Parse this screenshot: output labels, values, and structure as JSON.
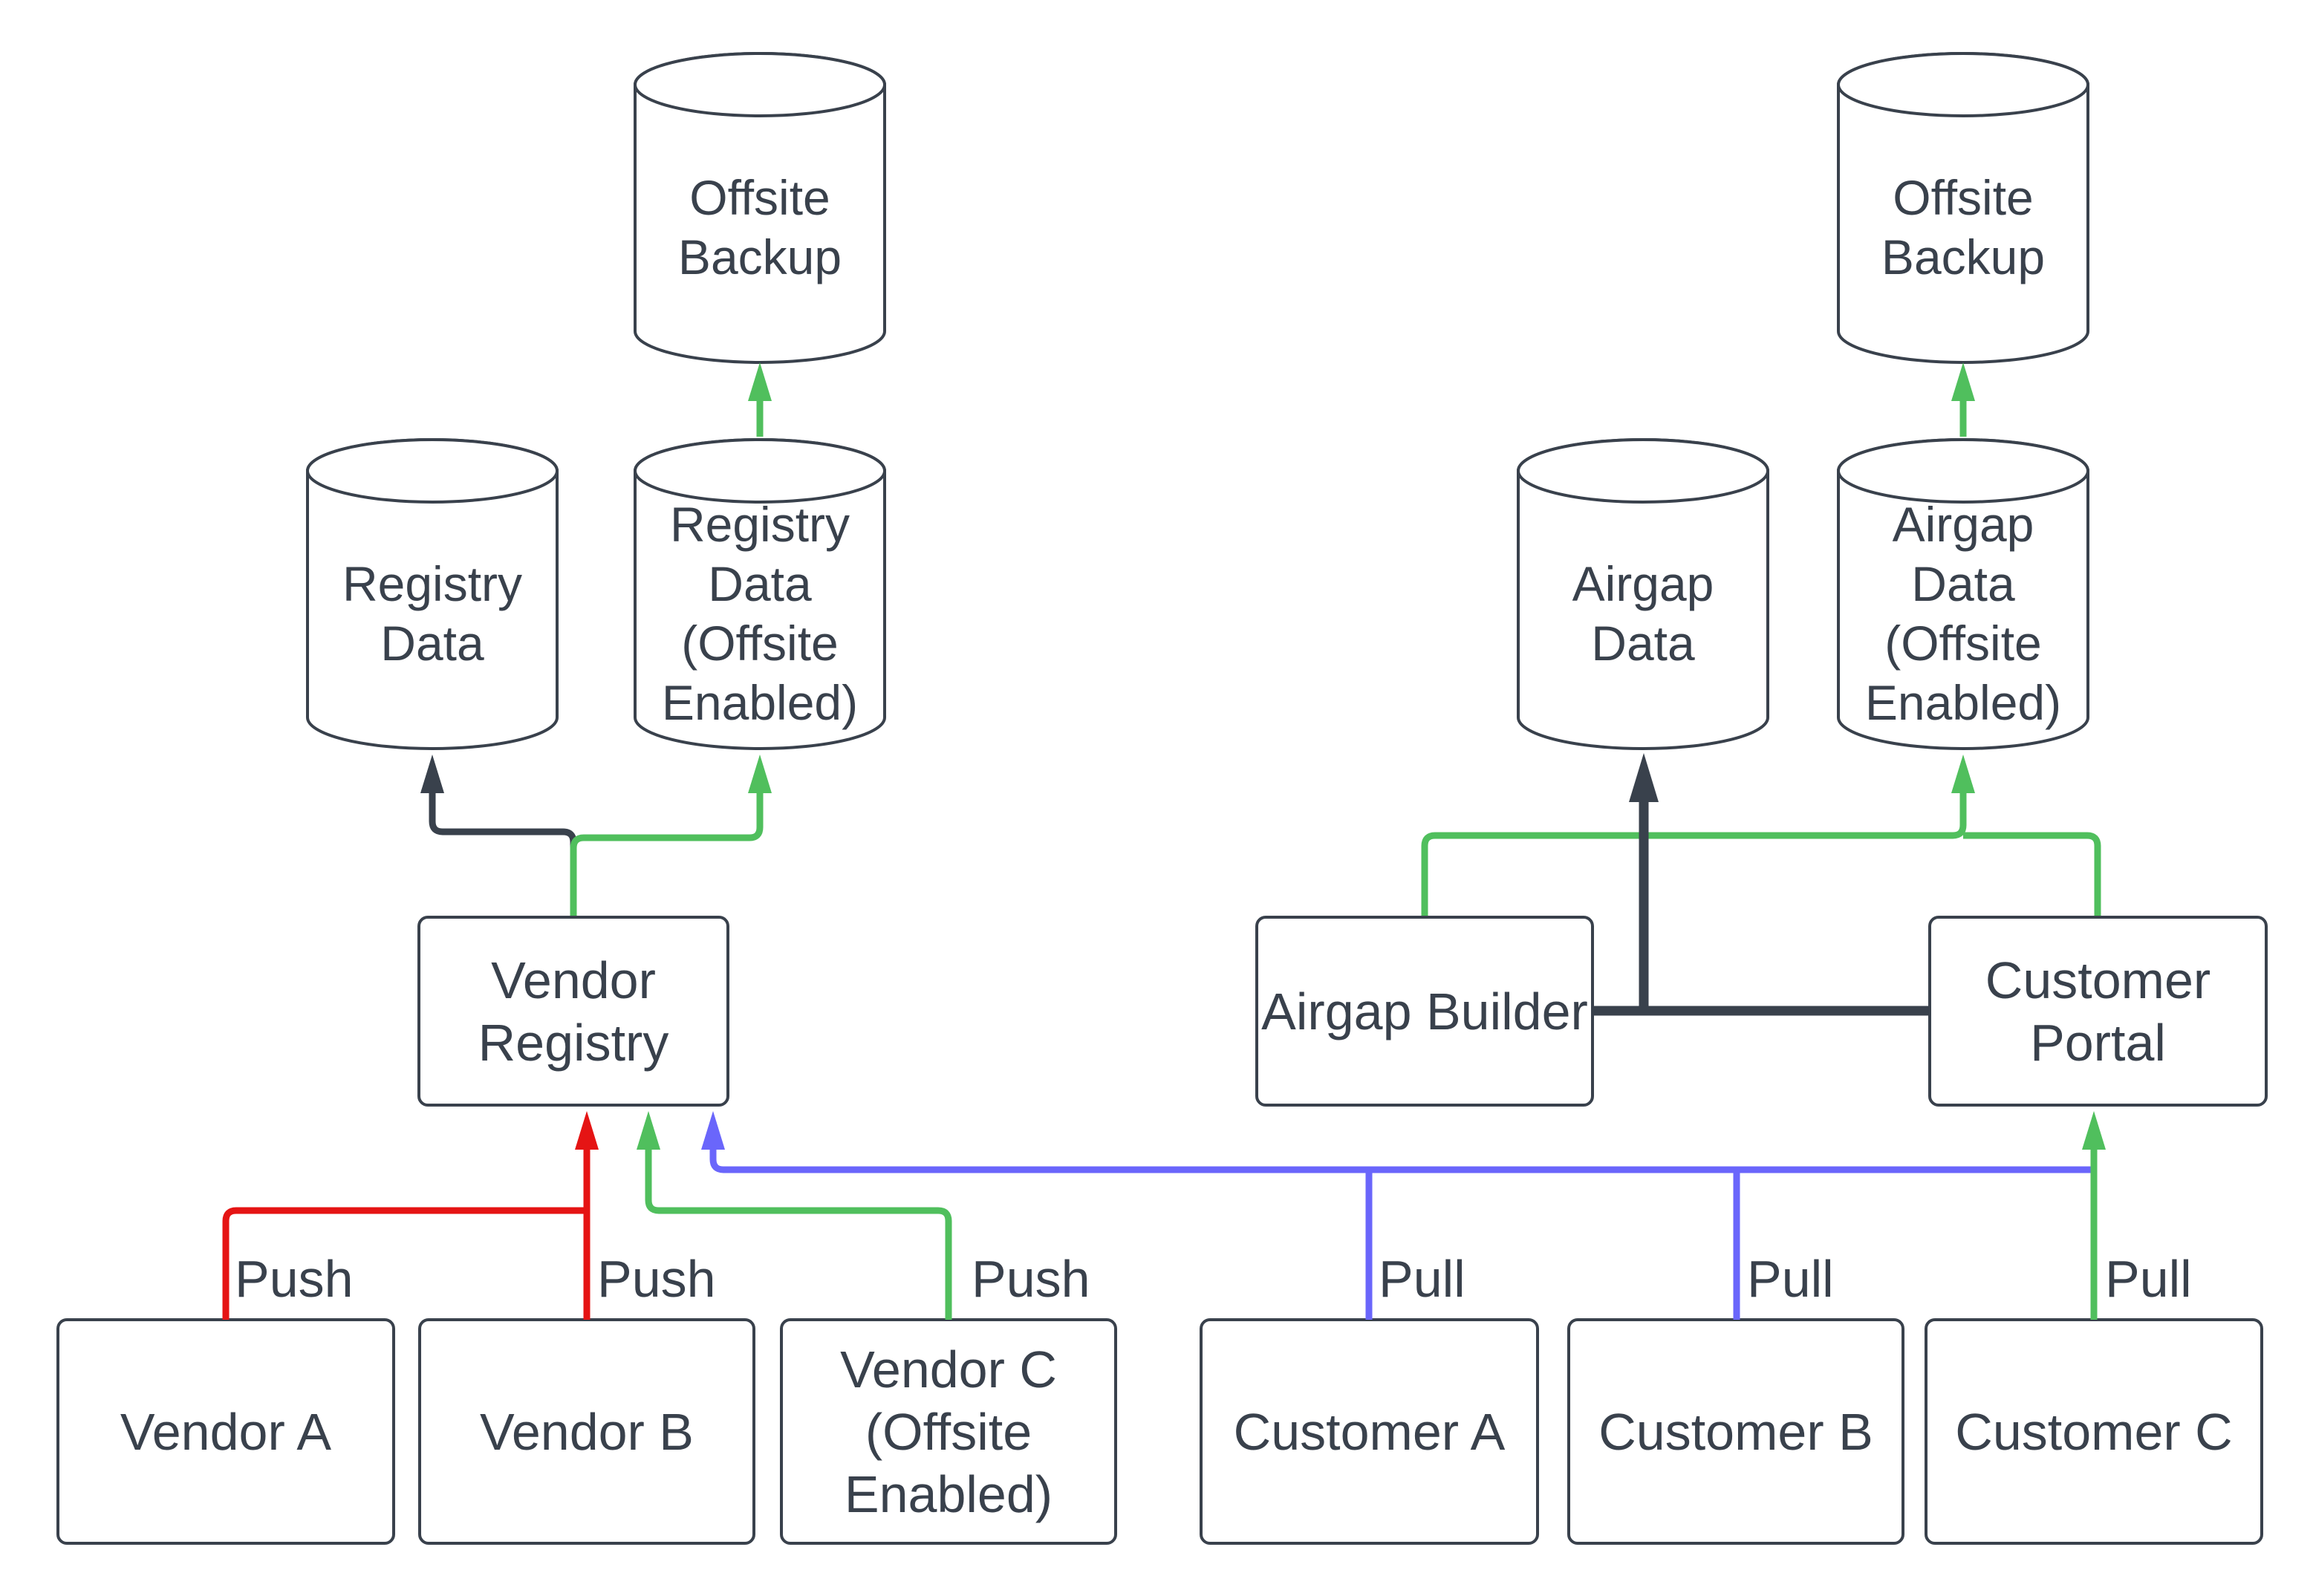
{
  "diagram": {
    "background": "#FFFFFF",
    "colors": {
      "stroke": "#39414C",
      "text": "#39414C",
      "dark": "#39414C",
      "red": "#E51414",
      "green": "#50BF5D",
      "blue": "#6A66FB"
    },
    "nodes": {
      "offsite_backup_left": {
        "label": "Offsite Backup",
        "shape": "cylinder"
      },
      "registry_data": {
        "label": "Registry Data",
        "shape": "cylinder"
      },
      "registry_data_offsite": {
        "label": "Registry Data (Offsite Enabled)",
        "shape": "cylinder"
      },
      "vendor_registry": {
        "label": "Vendor Registry",
        "shape": "box"
      },
      "vendor_a": {
        "label": "Vendor A",
        "shape": "box"
      },
      "vendor_b": {
        "label": "Vendor B",
        "shape": "box"
      },
      "vendor_c": {
        "label": "Vendor C (Offsite Enabled)",
        "shape": "box"
      },
      "airgap_builder": {
        "label": "Airgap Builder",
        "shape": "box"
      },
      "airgap_data": {
        "label": "Airgap Data",
        "shape": "cylinder"
      },
      "airgap_data_offsite": {
        "label": "Airgap Data (Offsite Enabled)",
        "shape": "cylinder"
      },
      "offsite_backup_right": {
        "label": "Offsite Backup",
        "shape": "cylinder"
      },
      "customer_portal": {
        "label": "Customer Portal",
        "shape": "box"
      },
      "customer_a": {
        "label": "Customer A",
        "shape": "box"
      },
      "customer_b": {
        "label": "Customer B",
        "shape": "box"
      },
      "customer_c": {
        "label": "Customer C",
        "shape": "box"
      }
    },
    "edges": [
      {
        "from": "vendor_a",
        "to": "vendor_registry",
        "label": "Push",
        "color": "red"
      },
      {
        "from": "vendor_b",
        "to": "vendor_registry",
        "label": "Push",
        "color": "red"
      },
      {
        "from": "vendor_c",
        "to": "vendor_registry",
        "label": "Push",
        "color": "green"
      },
      {
        "from": "customer_a",
        "to": "vendor_registry",
        "label": "Pull",
        "color": "blue"
      },
      {
        "from": "customer_b",
        "to": "vendor_registry",
        "label": "Pull",
        "color": "blue"
      },
      {
        "from": "customer_c",
        "to": "customer_portal",
        "label": "Pull",
        "color": "green"
      },
      {
        "from": "vendor_registry",
        "to": "registry_data",
        "label": "",
        "color": "dark"
      },
      {
        "from": "vendor_registry",
        "to": "registry_data_offsite",
        "label": "",
        "color": "green"
      },
      {
        "from": "registry_data_offsite",
        "to": "offsite_backup_left",
        "label": "",
        "color": "green"
      },
      {
        "from": "airgap_builder",
        "to": "airgap_data_offsite",
        "label": "",
        "color": "green"
      },
      {
        "from": "customer_portal",
        "to": "airgap_data_offsite",
        "label": "",
        "color": "green"
      },
      {
        "from": "customer_portal",
        "to": "airgap_data",
        "label": "",
        "color": "dark"
      },
      {
        "from": "airgap_builder",
        "to": "airgap_data",
        "label": "",
        "color": "dark"
      },
      {
        "from": "airgap_data_offsite",
        "to": "offsite_backup_right",
        "label": "",
        "color": "green"
      }
    ]
  }
}
